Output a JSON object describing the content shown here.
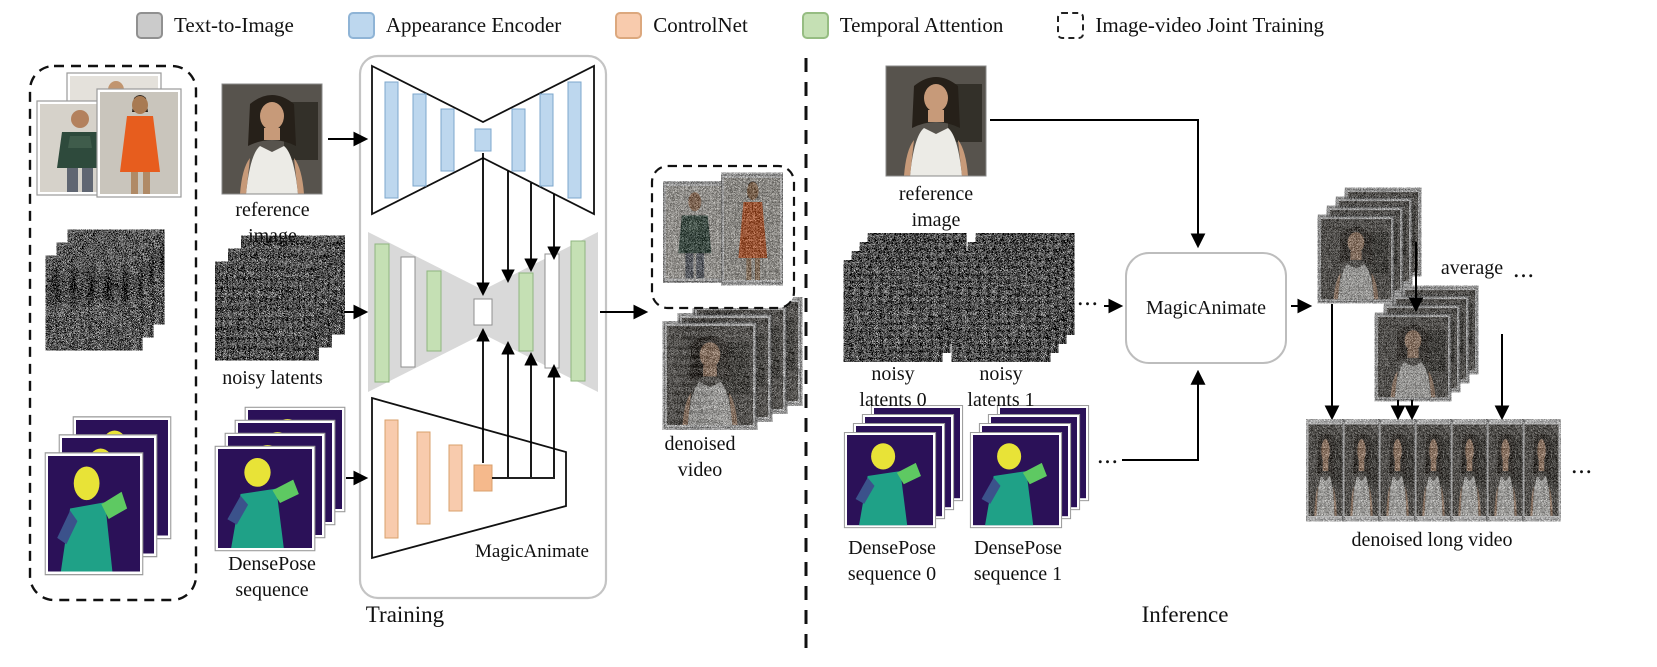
{
  "figure": {
    "training_section_label": "Training",
    "inference_section_label": "Inference"
  },
  "legend": {
    "items": [
      {
        "id": "text-to-image",
        "label": "Text-to-Image",
        "color": "#cbcbcb"
      },
      {
        "id": "appearance-encoder",
        "label": "Appearance Encoder",
        "color": "#bdd7ee"
      },
      {
        "id": "controlnet",
        "label": "ControlNet",
        "color": "#f8cbad"
      },
      {
        "id": "temporal-attention",
        "label": "Temporal Attention",
        "color": "#c5e0b4"
      },
      {
        "id": "image-video-joint-training",
        "label": "Image-video Joint Training",
        "color": "dashed-outline"
      }
    ]
  },
  "training": {
    "reference_image_label": "reference\nimage",
    "noisy_latents_label": "noisy latents",
    "densepose_label": "DensePose\nsequence",
    "model_label": "MagicAnimate",
    "output_label": "denoised\nvideo"
  },
  "inference": {
    "reference_image_label": "reference\nimage",
    "noisy_latents_0_label": "noisy\nlatents 0",
    "noisy_latents_1_label": "noisy\nlatents 1",
    "densepose_0_label": "DensePose\nsequence 0",
    "densepose_1_label": "DensePose\nsequence 1",
    "model_label": "MagicAnimate",
    "average_label": "average",
    "output_label": "denoised long video",
    "ellipsis": "..."
  }
}
